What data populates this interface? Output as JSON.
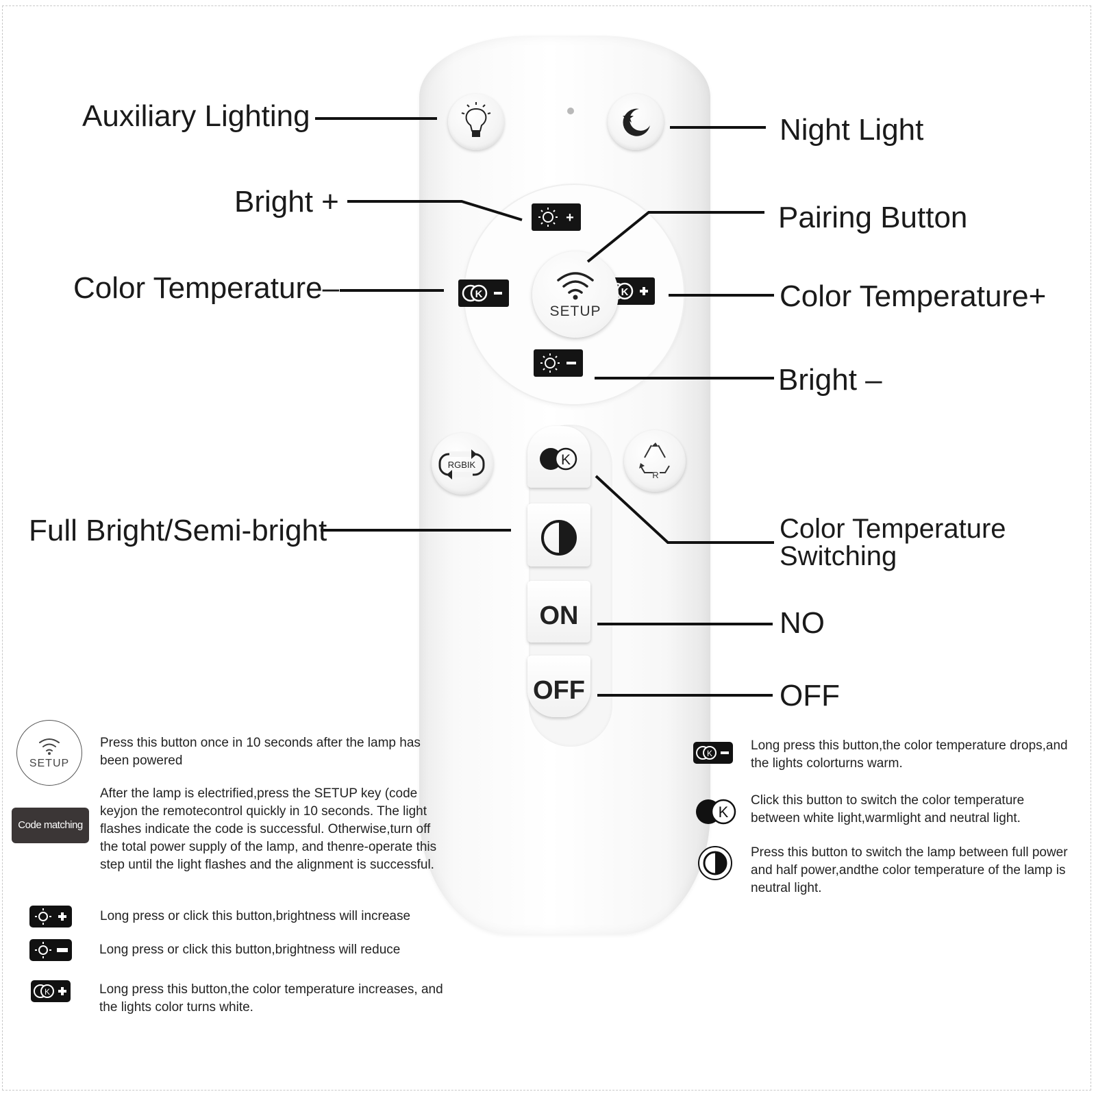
{
  "callouts": {
    "auxiliary_lighting": "Auxiliary Lighting",
    "night_light": "Night Light",
    "bright_plus": "Bright +",
    "pairing_button": "Pairing Button",
    "color_temp_minus": "Color Temperature–",
    "color_temp_plus": "Color Temperature+",
    "bright_minus": "Bright –",
    "full_semi_bright": "Full Bright/Semi-bright",
    "color_temp_switching_line1": "Color Temperature",
    "color_temp_switching_line2": "Switching",
    "on_label": "NO",
    "off_label": "OFF"
  },
  "remote": {
    "setup_label": "SETUP",
    "rgb_label": "RGBIK",
    "k_label": "K",
    "r_label": "R",
    "on_button": "ON",
    "off_button": "OFF",
    "plus": "+",
    "minus": "–"
  },
  "legend": {
    "setup_icon_label": "SETUP",
    "setup_text": "Press this button once in 10 seconds after the lamp has been powered",
    "code_matching_badge": "Code matching",
    "code_matching_text": "After the lamp is electrified,press the SETUP key (code keyjon the remotecontrol quickly in 10 seconds. The light flashes indicate the code is successful. Otherwise,turn off the total power supply of the lamp, and thenre-operate this step until the light flashes and the alignment is successful.",
    "bright_plus_text": "Long press or click this button,brightness will increase",
    "bright_minus_text": "Long press or click this button,brightness will reduce",
    "ct_plus_text": "Long press this button,the color temperature increases, and the lights color turns white.",
    "ct_minus_text": "Long press this button,the color temperature drops,and the lights colorturns warm.",
    "ct_switch_text": "Click this button to switch the color temperature between white light,warmlight and neutral light.",
    "full_half_text": "Press this button to switch the lamp between full power and half power,andthe color temperature of the lamp is neutral light."
  },
  "colors": {
    "line": "#111111",
    "key": "#141414",
    "badge": "#3b3636"
  }
}
